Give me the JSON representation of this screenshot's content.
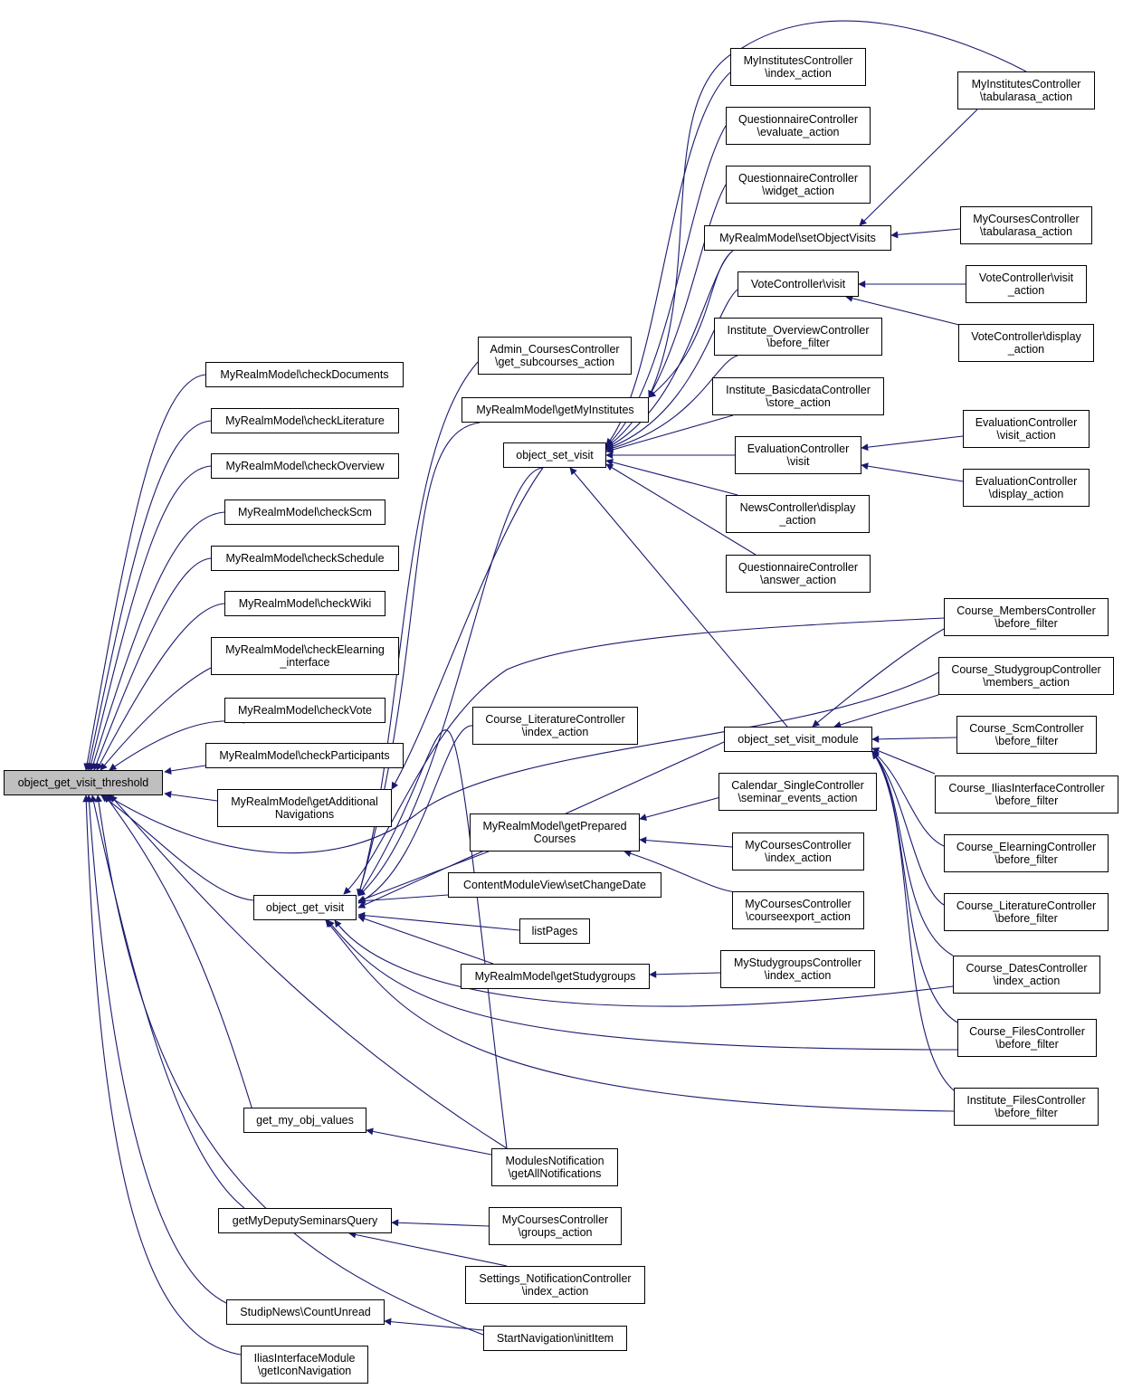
{
  "colors": {
    "edge": "#191970",
    "root_fill": "#bfbfbf",
    "node_fill": "#ffffff",
    "border": "#000000"
  },
  "nodes": {
    "root": "object_get_visit_threshold",
    "check_documents": "MyRealmModel\\checkDocuments",
    "check_literature": "MyRealmModel\\checkLiterature",
    "check_overview": "MyRealmModel\\checkOverview",
    "check_scm": "MyRealmModel\\checkScm",
    "check_schedule": "MyRealmModel\\checkSchedule",
    "check_wiki": "MyRealmModel\\checkWiki",
    "check_elearning": "MyRealmModel\\checkElearning\n_interface",
    "check_vote": "MyRealmModel\\checkVote",
    "check_participants": "MyRealmModel\\checkParticipants",
    "get_additional_navigations": "MyRealmModel\\getAdditional\nNavigations",
    "object_get_visit": "object_get_visit",
    "get_my_obj_values": "get_my_obj_values",
    "get_my_deputy_seminars_query": "getMyDeputySeminarsQuery",
    "studip_news_count_unread": "StudipNews\\CountUnread",
    "ilias_get_icon_navigation": "IliasInterfaceModule\n\\getIconNavigation",
    "admin_courses_get_subcourses": "Admin_CoursesController\n\\get_subcourses_action",
    "get_my_institutes": "MyRealmModel\\getMyInstitutes",
    "object_set_visit": "object_set_visit",
    "course_literature_index": "Course_LiteratureController\n\\index_action",
    "get_prepared_courses": "MyRealmModel\\getPrepared\nCourses",
    "content_module_set_change_date": "ContentModuleView\\setChangeDate",
    "list_pages": "listPages",
    "get_studygroups": "MyRealmModel\\getStudygroups",
    "modules_notification": "ModulesNotification\n\\getAllNotifications",
    "my_courses_groups": "MyCoursesController\n\\groups_action",
    "settings_notification_index": "Settings_NotificationController\n\\index_action",
    "start_navigation_init": "StartNavigation\\initItem",
    "my_institutes_index": "MyInstitutesController\n\\index_action",
    "questionnaire_evaluate": "QuestionnaireController\n\\evaluate_action",
    "questionnaire_widget": "QuestionnaireController\n\\widget_action",
    "set_object_visits": "MyRealmModel\\setObjectVisits",
    "vote_visit": "VoteController\\visit",
    "institute_overview_before": "Institute_OverviewController\n\\before_filter",
    "institute_basicdata_store": "Institute_BasicdataController\n\\store_action",
    "evaluation_visit": "EvaluationController\n\\visit",
    "news_display": "NewsController\\display\n_action",
    "questionnaire_answer": "QuestionnaireController\n\\answer_action",
    "object_set_visit_module": "object_set_visit_module",
    "calendar_single_seminar_events": "Calendar_SingleController\n\\seminar_events_action",
    "my_courses_index": "MyCoursesController\n\\index_action",
    "my_courses_courseexport": "MyCoursesController\n\\courseexport_action",
    "my_studygroups_index": "MyStudygroupsController\n\\index_action",
    "my_institutes_tabularasa": "MyInstitutesController\n\\tabularasa_action",
    "my_courses_tabularasa": "MyCoursesController\n\\tabularasa_action",
    "vote_visit_action": "VoteController\\visit\n_action",
    "vote_display_action": "VoteController\\display\n_action",
    "evaluation_visit_action": "EvaluationController\n\\visit_action",
    "evaluation_display_action": "EvaluationController\n\\display_action",
    "course_members_before": "Course_MembersController\n\\before_filter",
    "course_studygroup_members": "Course_StudygroupController\n\\members_action",
    "course_scm_before": "Course_ScmController\n\\before_filter",
    "course_ilias_before": "Course_IliasInterfaceController\n\\before_filter",
    "course_elearning_before": "Course_ElearningController\n\\before_filter",
    "course_literature_before": "Course_LiteratureController\n\\before_filter",
    "course_dates_index": "Course_DatesController\n\\index_action",
    "course_files_before": "Course_FilesController\n\\before_filter",
    "institute_files_before": "Institute_FilesController\n\\before_filter"
  }
}
